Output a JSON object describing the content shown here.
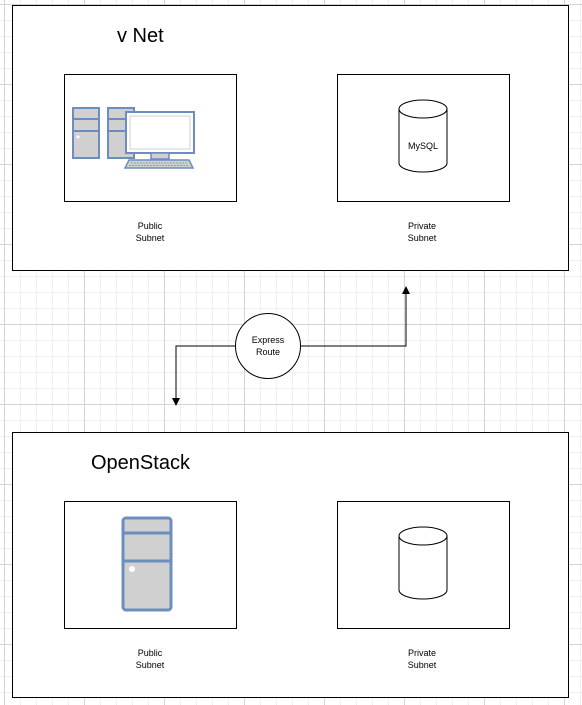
{
  "vnet": {
    "title": "v Net",
    "public_subnet": {
      "line1": "Public",
      "line2": "Subnet",
      "icon": "desktop-computer-icon"
    },
    "private_subnet": {
      "line1": "Private",
      "line2": "Subnet",
      "icon": "database-icon",
      "db_label": "MySQL"
    }
  },
  "openstack": {
    "title": "OpenStack",
    "public_subnet": {
      "line1": "Public",
      "line2": "Subnet",
      "icon": "server-tower-icon"
    },
    "private_subnet": {
      "line1": "Private",
      "line2": "Subnet",
      "icon": "database-icon"
    }
  },
  "connector": {
    "line1": "Express",
    "line2": "Route"
  },
  "colors": {
    "stroke": "#000000",
    "device_stroke": "#6c8ebf",
    "device_fill": "#dae8fc",
    "device_gray": "#d0d0d0"
  }
}
